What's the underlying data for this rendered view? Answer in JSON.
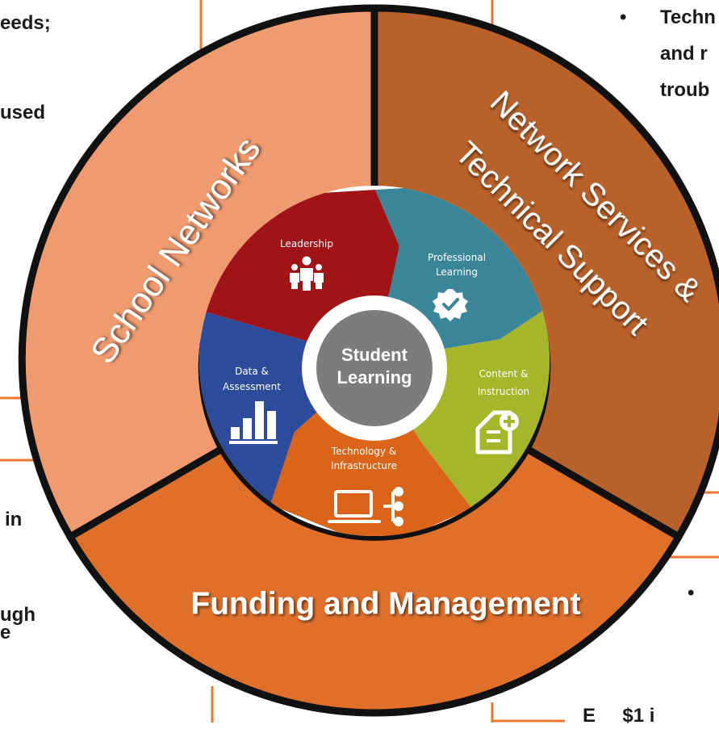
{
  "colors": {
    "school_networks": "#ef9a6f",
    "network_services": "#b9612a",
    "funding": "#e06f2a",
    "outline": "#111111",
    "leadership": "#a01418",
    "professional_learning": "#3a8597",
    "content_instruction": "#a6b52a",
    "technology_infrastructure": "#d9641a",
    "data_assessment": "#2c4b9b",
    "center": "#7c7c7c",
    "accent_line": "#e8782e"
  },
  "outer_segments": {
    "school_networks": "School Networks",
    "network_services_line1": "Network Services &",
    "network_services_line2": "Technical Support",
    "funding": "Funding and Management"
  },
  "inner_segments": [
    {
      "id": "leadership",
      "label": "Leadership",
      "icon": "people-icon"
    },
    {
      "id": "professional_learning",
      "label_line1": "Professional",
      "label_line2": "Learning",
      "icon": "badge-check-icon"
    },
    {
      "id": "content_instruction",
      "label_line1": "Content &",
      "label_line2": "Instruction",
      "icon": "document-plus-icon"
    },
    {
      "id": "technology_infrastructure",
      "label_line1": "Technology &",
      "label_line2": "Infrastructure",
      "icon": "laptop-network-icon"
    },
    {
      "id": "data_assessment",
      "label_line1": "Data &",
      "label_line2": "Assessment",
      "icon": "bar-chart-icon"
    }
  ],
  "center": {
    "line1": "Student",
    "line2": "Learning"
  },
  "background_fragments": {
    "left_1": "eeds;",
    "left_2": "used",
    "left_3": "in",
    "left_4": "ugh",
    "left_5": "e",
    "right_bullet_1": "•",
    "right_1": "Techn",
    "right_2": "and r",
    "right_3": "troub",
    "right_bullet_2": "•",
    "bottom_right": "E     $1 i"
  }
}
